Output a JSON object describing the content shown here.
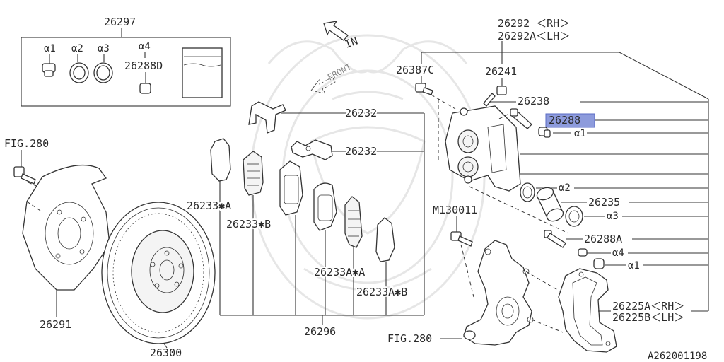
{
  "kit": {
    "number": "26297",
    "a1": "α1",
    "a2": "α2",
    "a3": "α3",
    "a4": "α4",
    "pin": "26288D"
  },
  "labels": {
    "fig280_top": "FIG.280",
    "fig280_bottom": "FIG.280",
    "shield": "26291",
    "rotor": "26300",
    "pad_clip_1": "26232",
    "pad_clip_2": "26232",
    "pad_a": "26233✱A",
    "pad_b": "26233✱B",
    "pad_aa": "26233A✱A",
    "pad_ab": "26233A✱B",
    "pad_set": "26296",
    "caliper_rh": "26292 ＜RH＞",
    "caliper_lh": "26292A＜LH＞",
    "bolt_c": "26387C",
    "bleeder": "26241",
    "bleeder_cap": "26238",
    "guide_pin": "26288",
    "alpha1_top": "α1",
    "alpha2": "α2",
    "piston": "26235",
    "alpha3": "α3",
    "guide_pin_a": "26288A",
    "alpha4": "α4",
    "alpha1_bottom": "α1",
    "bolt_m": "M130011",
    "support_rh": "26225A＜RH＞",
    "support_lh": "26225B＜LH＞",
    "in_label": "IN",
    "front_label": "FRONT",
    "ref_code": "A262001198"
  },
  "colors": {
    "highlight": "#8d9bdc",
    "line": "#333333",
    "watermark": "#e6e6e6"
  }
}
